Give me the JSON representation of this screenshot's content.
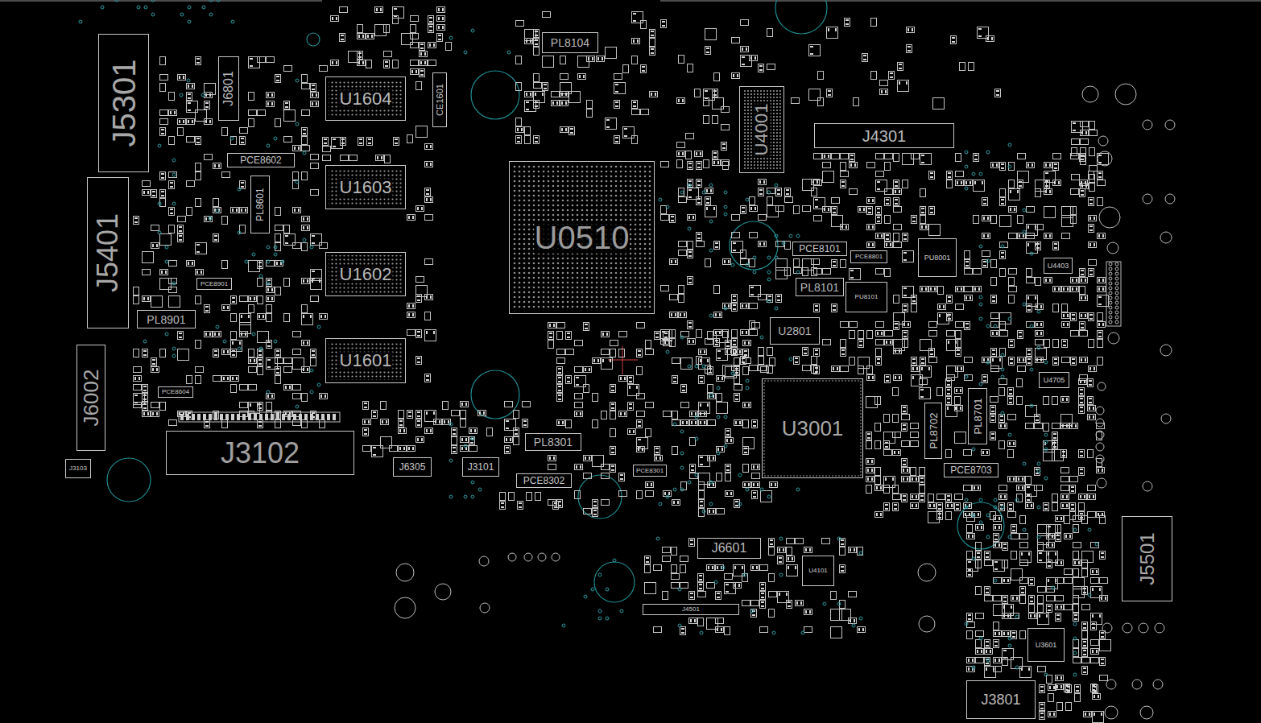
{
  "diagram": {
    "nodes": [
      {
        "text": [
          "J5301"
        ]
      },
      {
        "text": [
          "J6801"
        ]
      },
      {
        "text": [
          "U1604"
        ]
      },
      {
        "text": [
          "CE1601"
        ]
      },
      {
        "text": [
          "PL8104"
        ]
      },
      {
        "text": [
          "U4001"
        ]
      },
      {
        "text": [
          "J4301"
        ]
      },
      {
        "text": [
          "PCE8602"
        ]
      },
      {
        "text": [
          "U1603"
        ]
      },
      {
        "text": [
          "J5401"
        ]
      },
      {
        "text": [
          "PL8601"
        ]
      },
      {
        "text": [
          "U0510"
        ]
      },
      {
        "text": [
          "PCE8101"
        ]
      },
      {
        "text": [
          "PU8001"
        ]
      },
      {
        "text": [
          "U4403"
        ]
      },
      {
        "text": [
          "PCE8801"
        ]
      },
      {
        "text": [
          "U1602"
        ]
      },
      {
        "text": [
          "PCE8901"
        ]
      },
      {
        "text": [
          "PL8101"
        ]
      },
      {
        "text": [
          "PU8101"
        ]
      },
      {
        "text": [
          "PL8901"
        ]
      },
      {
        "text": [
          "U2801"
        ]
      },
      {
        "text": [
          "U1601"
        ]
      },
      {
        "text": [
          "J6002"
        ]
      },
      {
        "text": [
          "PCE8604"
        ]
      },
      {
        "text": [
          "U4705"
        ]
      },
      {
        "text": [
          "U3001"
        ]
      },
      {
        "text": [
          "PL8701"
        ]
      },
      {
        "text": [
          "PL8702"
        ]
      },
      {
        "text": [
          "J3102"
        ]
      },
      {
        "text": [
          "PL8301"
        ]
      },
      {
        "text": [
          "J6305"
        ]
      },
      {
        "text": [
          "J3101"
        ]
      },
      {
        "text": [
          "PCE8301"
        ]
      },
      {
        "text": [
          "J3103"
        ]
      },
      {
        "text": [
          "PCE8703"
        ]
      },
      {
        "text": [
          "PCE8302"
        ]
      },
      {
        "text": [
          "J6601"
        ]
      },
      {
        "text": [
          "U4101"
        ]
      },
      {
        "text": [
          "J4501"
        ]
      },
      {
        "text": [
          "J5501"
        ]
      },
      {
        "text": [
          "U3601"
        ]
      },
      {
        "text": [
          "J3801"
        ]
      }
    ]
  }
}
